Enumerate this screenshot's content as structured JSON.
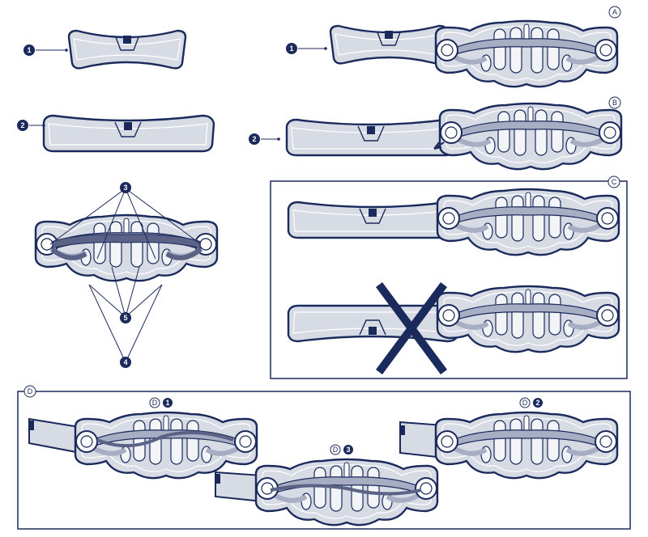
{
  "markers": {
    "one": "1",
    "two": "2",
    "three": "3",
    "four": "4",
    "five": "5"
  },
  "sections": {
    "a": "A",
    "b": "B",
    "c": "C",
    "d": "D"
  },
  "colors": {
    "outline": "#1b2a5c",
    "pad": "#d7dbe3",
    "strap_dark": "#5a6286",
    "strap_light": "#a7adc2",
    "insert": "#f3f4f7"
  }
}
